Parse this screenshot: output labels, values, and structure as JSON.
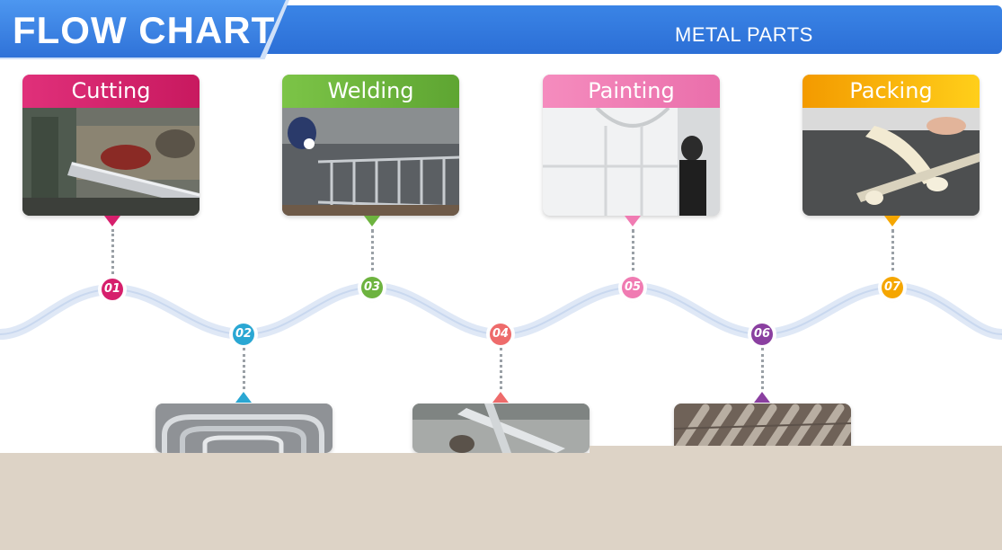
{
  "header": {
    "title": "FLOW CHART",
    "subtitle": "METAL PARTS",
    "bar_color": "#2f74dc",
    "tab_color": "#3b86ea"
  },
  "steps": [
    {
      "number": "01",
      "label": "Cutting",
      "color": "#d61f6c",
      "head_gradient": [
        "#e0307a",
        "#c8195f"
      ],
      "photo": "pipe-cutting-photo"
    },
    {
      "number": "02",
      "label": "",
      "color": "#2aa7d3",
      "photo": "bent-tubes-photo"
    },
    {
      "number": "03",
      "label": "Welding",
      "color": "#6db33f",
      "head_gradient": [
        "#7cc447",
        "#5ea532"
      ],
      "photo": "welding-photo"
    },
    {
      "number": "04",
      "label": "",
      "color": "#ee6b6b",
      "photo": "polished-tubes-photo"
    },
    {
      "number": "05",
      "label": "Painting",
      "color": "#f07bb2",
      "head_gradient": [
        "#f58cbe",
        "#ea6fab"
      ],
      "photo": "painting-photo"
    },
    {
      "number": "06",
      "label": "",
      "color": "#8a3fa0",
      "photo": "pipe-stack-photo"
    },
    {
      "number": "07",
      "label": "Packing",
      "color": "#f5a600",
      "head_gradient": [
        "#ffcf1a",
        "#f39a00"
      ],
      "photo": "packing-photo"
    }
  ],
  "footer": {
    "color": "#ddd3c6"
  }
}
